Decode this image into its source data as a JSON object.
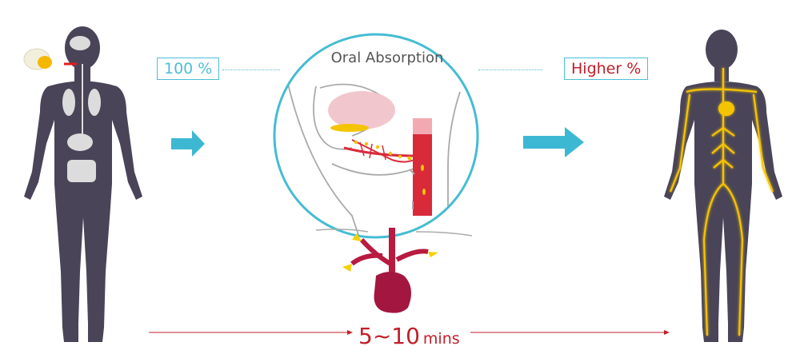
{
  "diagram": {
    "left_label": "100 %",
    "right_label": "Higher %",
    "center_title": "Oral Absorption",
    "timeline": {
      "value": "5~10",
      "unit": "mins"
    },
    "colors": {
      "accent_blue": "#4bbfd6",
      "accent_red": "#c0202a",
      "body": "#4a4458",
      "circulation_yellow": "#f5c400",
      "heart": "#a3163f",
      "vessel": "#d92a3a"
    },
    "stages": [
      {
        "name": "ingestion",
        "description": "Capsule taken orally; body with digestive organs"
      },
      {
        "name": "oral-absorption",
        "description": "Absorption through mouth into blood vessels and heart"
      },
      {
        "name": "systemic-circulation",
        "description": "Body with circulation highlighted"
      }
    ]
  }
}
